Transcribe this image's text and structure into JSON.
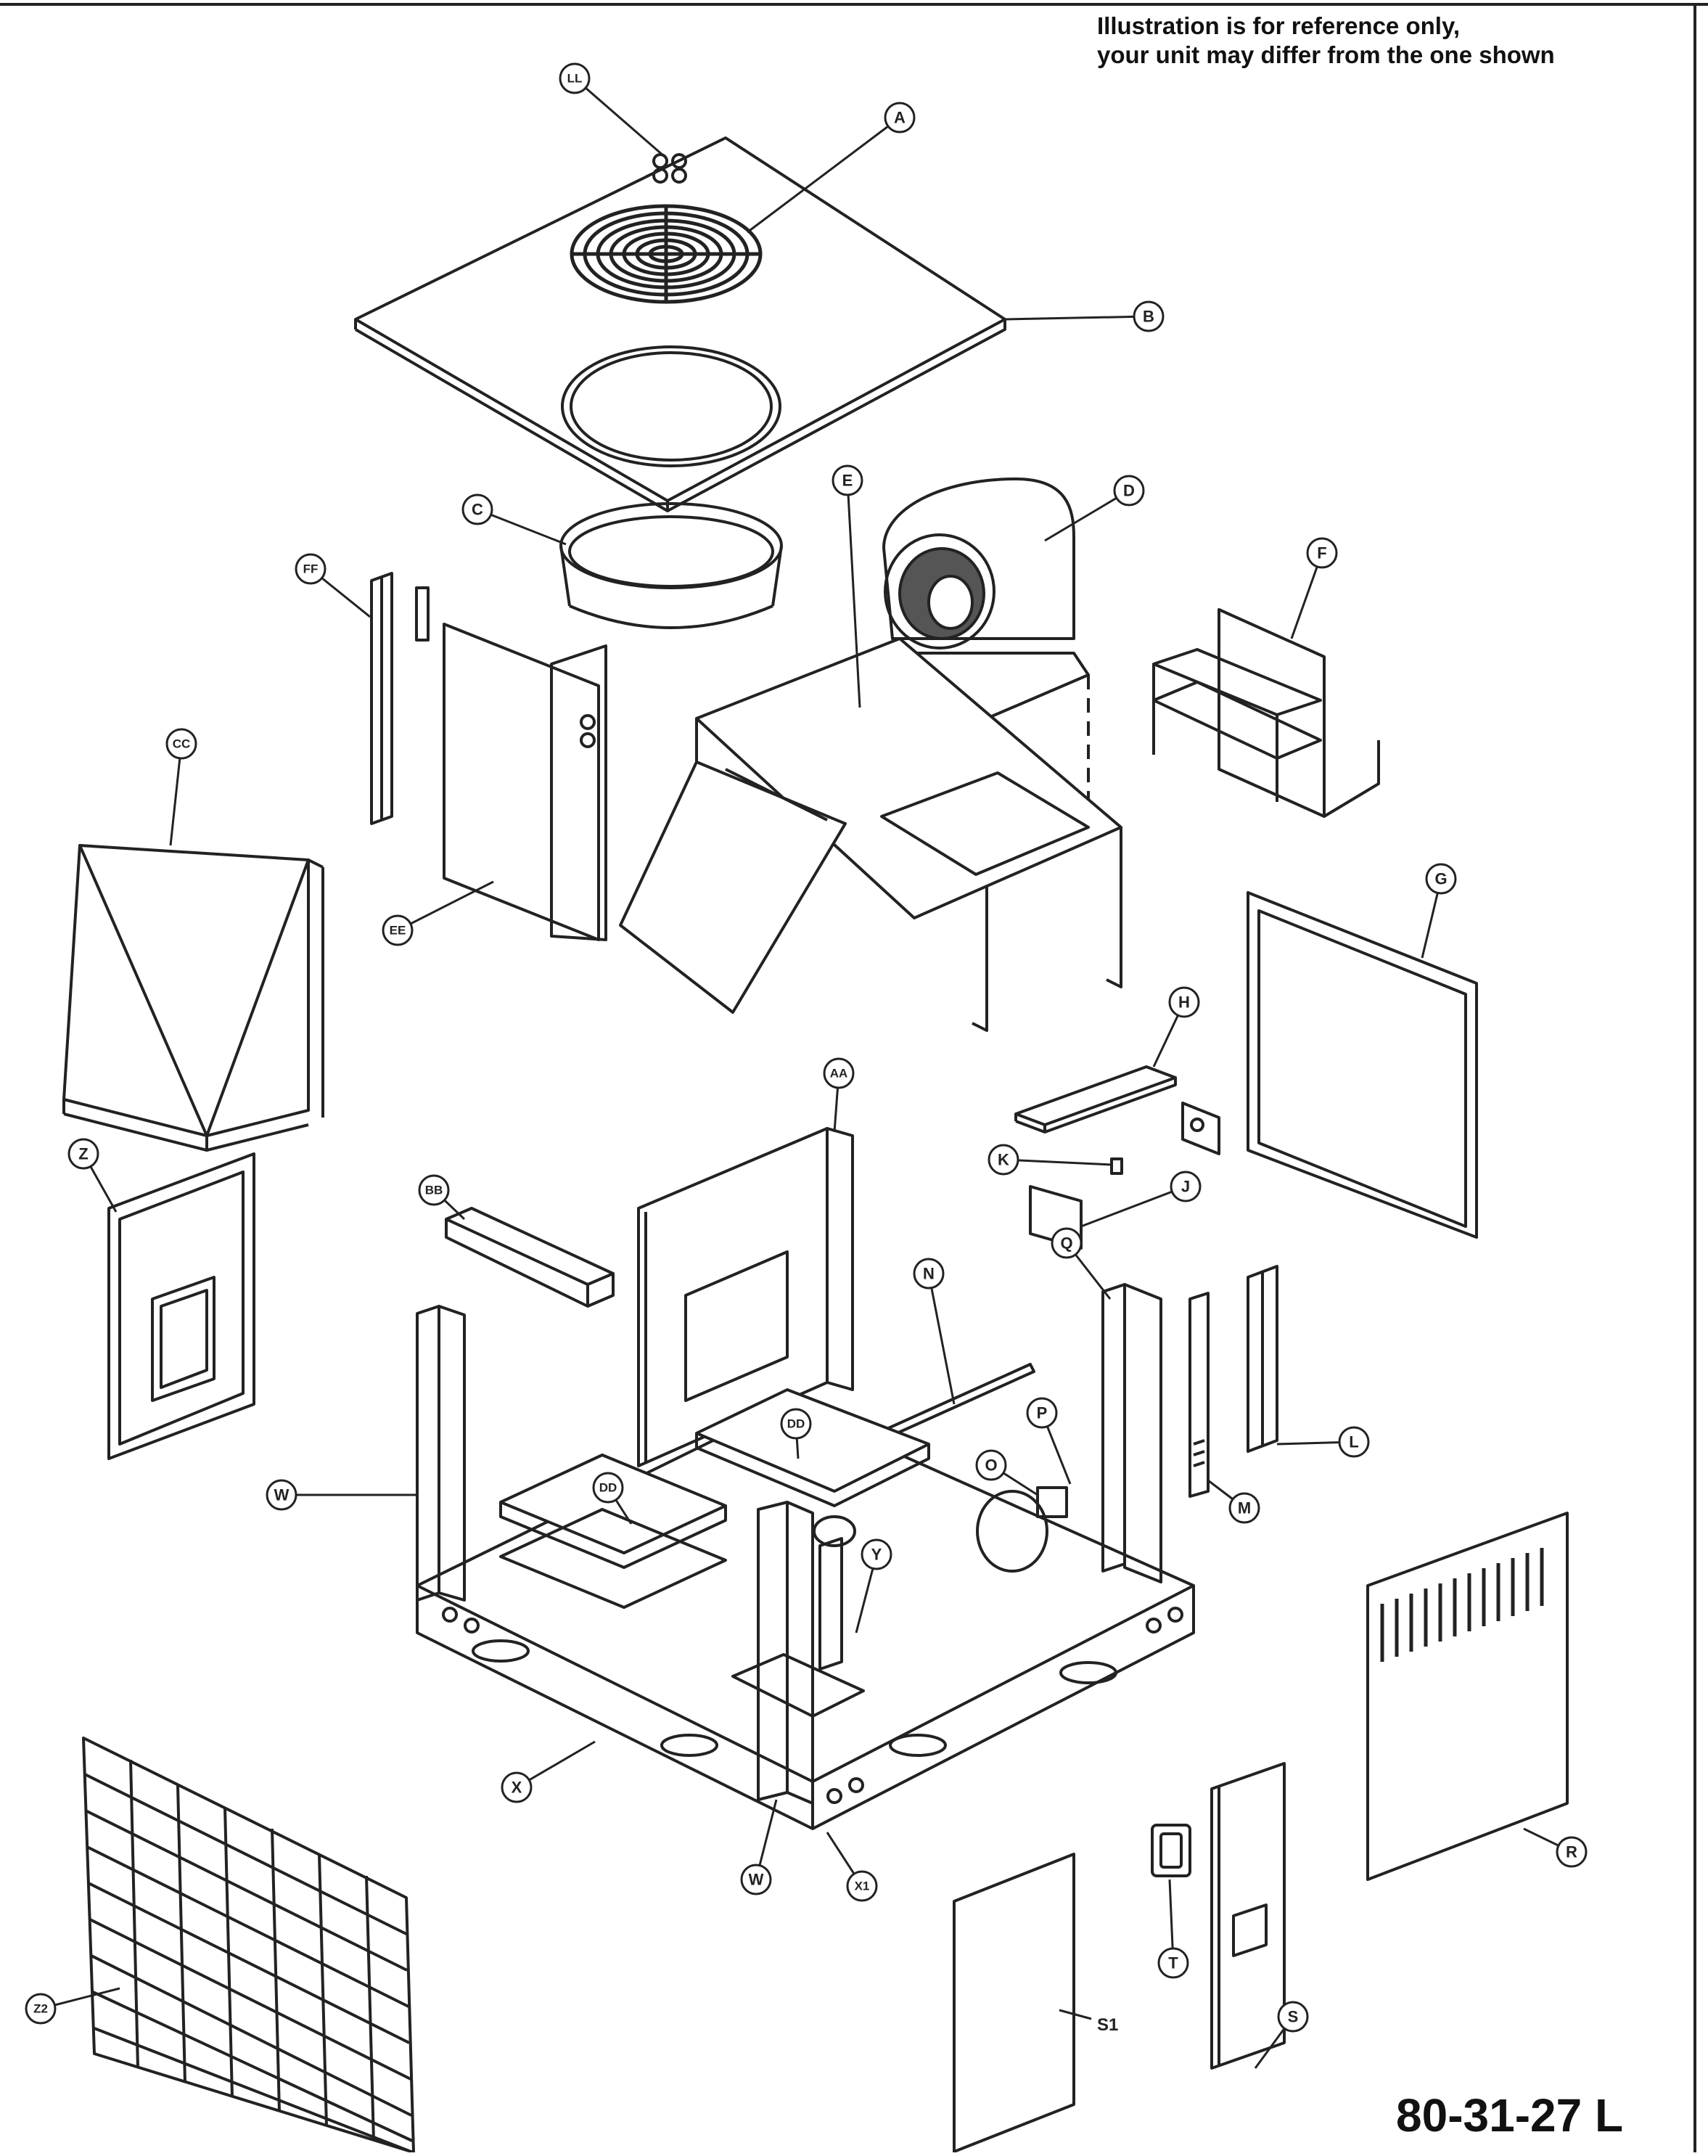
{
  "note": {
    "line1": "Illustration is for reference only,",
    "line2": "your unit may differ from the one shown"
  },
  "drawing_code": "80-31-27 L",
  "callouts": [
    {
      "id": "LL",
      "label": "LL"
    },
    {
      "id": "A",
      "label": "A"
    },
    {
      "id": "B",
      "label": "B"
    },
    {
      "id": "C",
      "label": "C"
    },
    {
      "id": "D",
      "label": "D"
    },
    {
      "id": "E",
      "label": "E"
    },
    {
      "id": "F",
      "label": "F"
    },
    {
      "id": "FF",
      "label": "FF"
    },
    {
      "id": "CC",
      "label": "CC"
    },
    {
      "id": "EE",
      "label": "EE"
    },
    {
      "id": "G",
      "label": "G"
    },
    {
      "id": "H",
      "label": "H"
    },
    {
      "id": "K",
      "label": "K"
    },
    {
      "id": "J",
      "label": "J"
    },
    {
      "id": "AA",
      "label": "AA"
    },
    {
      "id": "BB",
      "label": "BB"
    },
    {
      "id": "Z",
      "label": "Z"
    },
    {
      "id": "N",
      "label": "N"
    },
    {
      "id": "Q",
      "label": "Q"
    },
    {
      "id": "L",
      "label": "L"
    },
    {
      "id": "P",
      "label": "P"
    },
    {
      "id": "O",
      "label": "O"
    },
    {
      "id": "M",
      "label": "M"
    },
    {
      "id": "DD1",
      "label": "DD"
    },
    {
      "id": "DD2",
      "label": "DD"
    },
    {
      "id": "W1",
      "label": "W"
    },
    {
      "id": "Y",
      "label": "Y"
    },
    {
      "id": "X",
      "label": "X"
    },
    {
      "id": "W2",
      "label": "W"
    },
    {
      "id": "X1",
      "label": "X1"
    },
    {
      "id": "R",
      "label": "R"
    },
    {
      "id": "T",
      "label": "T"
    },
    {
      "id": "S",
      "label": "S"
    },
    {
      "id": "Z2",
      "label": "Z2"
    }
  ],
  "plain_labels": [
    {
      "id": "S1",
      "label": "S1"
    }
  ]
}
